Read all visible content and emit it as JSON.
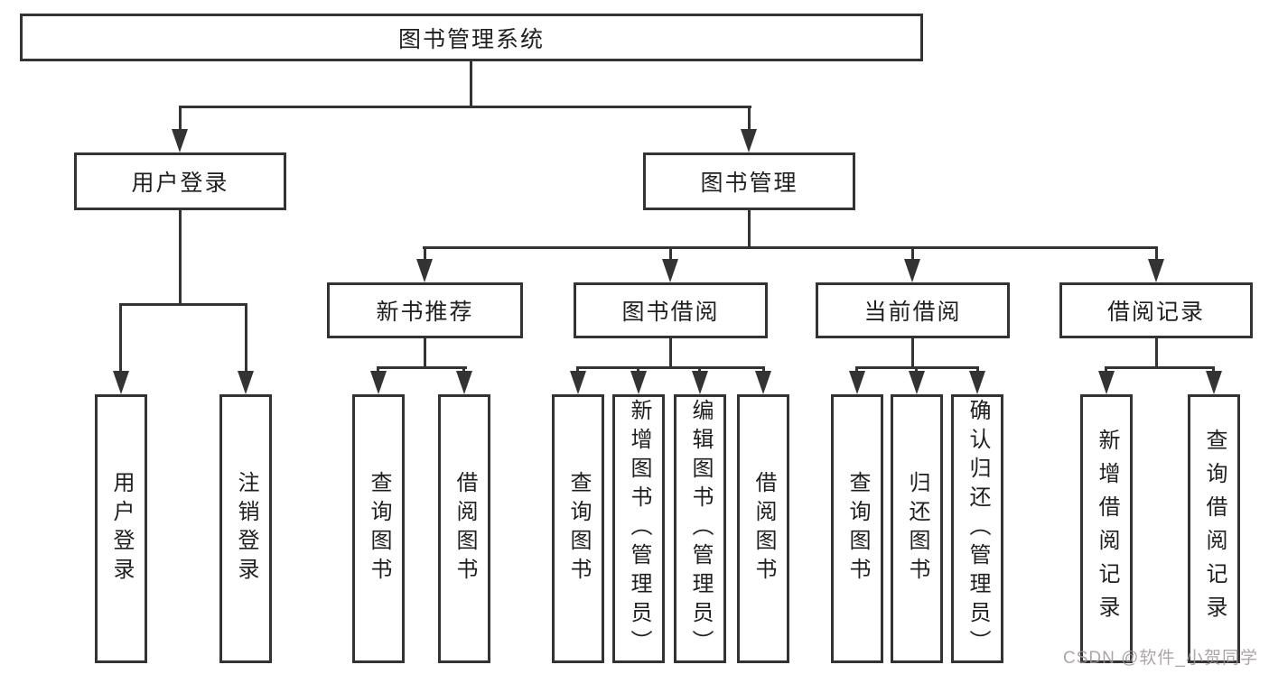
{
  "nodes": {
    "root": {
      "label": "图书管理系统"
    },
    "branches": [
      {
        "label": "用户登录",
        "children": [
          {
            "label": "用户登录"
          },
          {
            "label": "注销登录"
          }
        ]
      },
      {
        "label": "图书管理",
        "children": [
          {
            "label": "新书推荐",
            "children": [
              {
                "label": "查询图书"
              },
              {
                "label": "借阅图书"
              }
            ]
          },
          {
            "label": "图书借阅",
            "children": [
              {
                "label": "查询图书"
              },
              {
                "label": "新增图书（管理员）"
              },
              {
                "label": "编辑图书（管理员）"
              },
              {
                "label": "借阅图书"
              }
            ]
          },
          {
            "label": "当前借阅",
            "children": [
              {
                "label": "查询图书"
              },
              {
                "label": "归还图书"
              },
              {
                "label": "确认归还（管理员）"
              }
            ]
          },
          {
            "label": "借阅记录",
            "children": [
              {
                "label": "新增借阅记录"
              },
              {
                "label": "查询借阅记录"
              }
            ]
          }
        ]
      }
    ]
  },
  "watermark": {
    "text": "CSDN @软件_小贺同学"
  }
}
